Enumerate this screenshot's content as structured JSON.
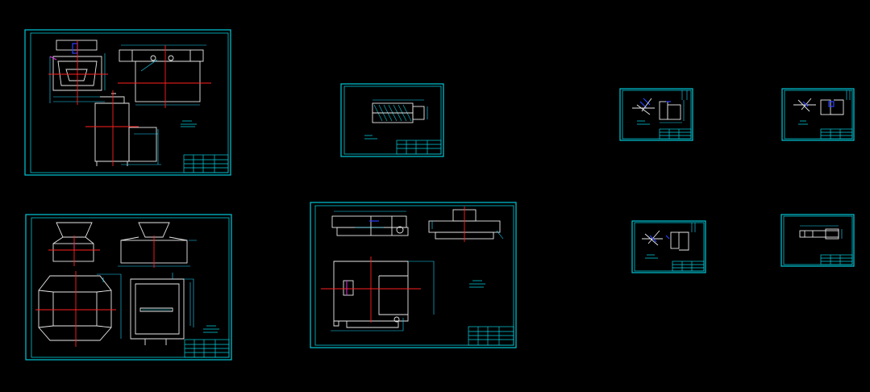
{
  "canvas": {
    "background": "#000000"
  },
  "colors": {
    "frame": "#00c8d8",
    "geometry": "#e8e8e8",
    "dimension": "#19d9ff",
    "centerline": "#ff2020",
    "highlight": "#2a40ff"
  },
  "sheets": [
    {
      "id": "sheet-top-left-assembly",
      "kind": "assembly"
    },
    {
      "id": "sheet-top-middle-part",
      "kind": "part"
    },
    {
      "id": "sheet-right-1",
      "kind": "small-detail"
    },
    {
      "id": "sheet-right-2",
      "kind": "small-detail"
    },
    {
      "id": "sheet-bottom-left-assembly",
      "kind": "assembly"
    },
    {
      "id": "sheet-bottom-middle-assembly",
      "kind": "assembly"
    },
    {
      "id": "sheet-right-3",
      "kind": "small-detail"
    },
    {
      "id": "sheet-right-4",
      "kind": "small-detail"
    }
  ]
}
